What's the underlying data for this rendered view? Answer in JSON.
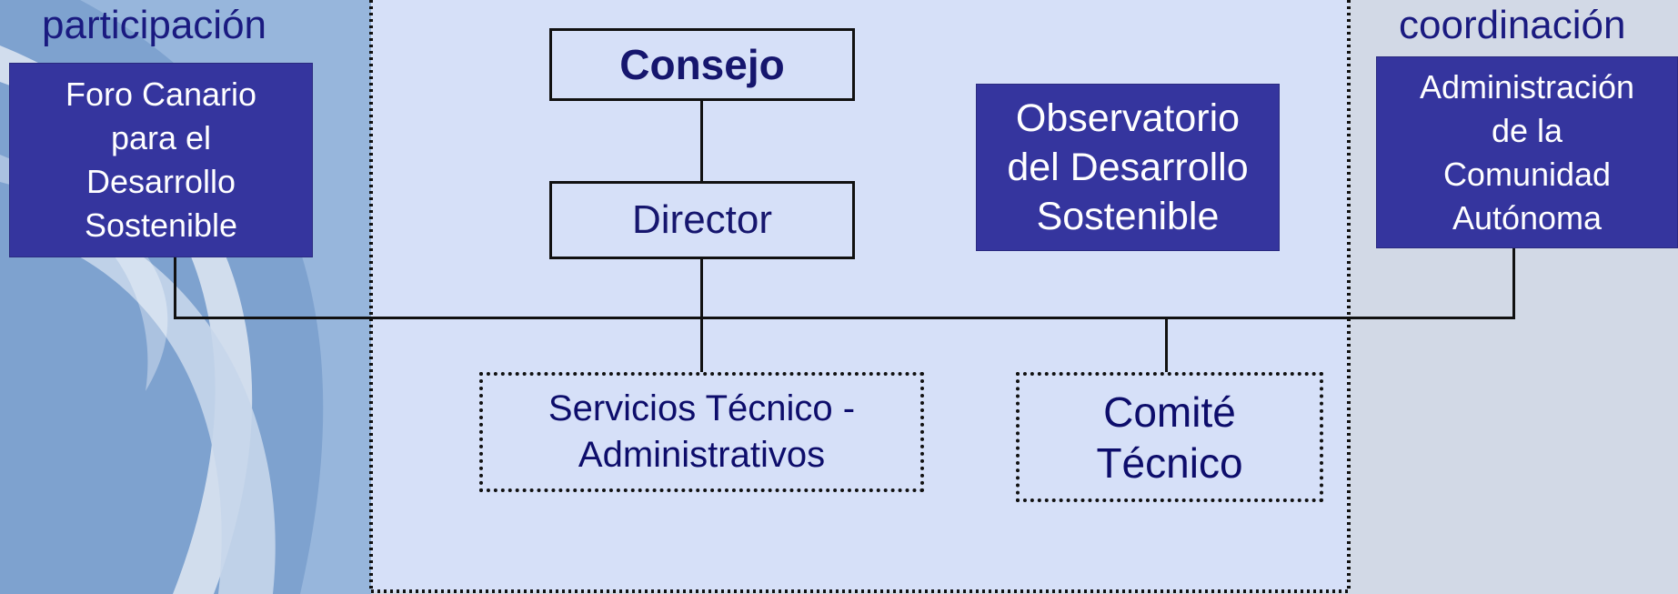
{
  "sections": {
    "participacion_label": "participación",
    "coordinacion_label": "coordinación"
  },
  "boxes": {
    "foro": "Foro Canario\npara el\nDesarrollo\nSostenible",
    "consejo": "Consejo",
    "director": "Director",
    "observatorio": "Observatorio\ndel Desarrollo\nSostenible",
    "administracion": "Administración\nde la\nComunidad\nAutónoma",
    "servicios": "Servicios Técnico -\nAdministrativos",
    "comite": "Comité\nTécnico"
  },
  "colors": {
    "dark_box": "#35359e",
    "light_panel": "#d6e0f8",
    "heading_text": "#1a1a80",
    "left_panel": "#7ea2cf",
    "right_panel": "#d2d9e6"
  }
}
